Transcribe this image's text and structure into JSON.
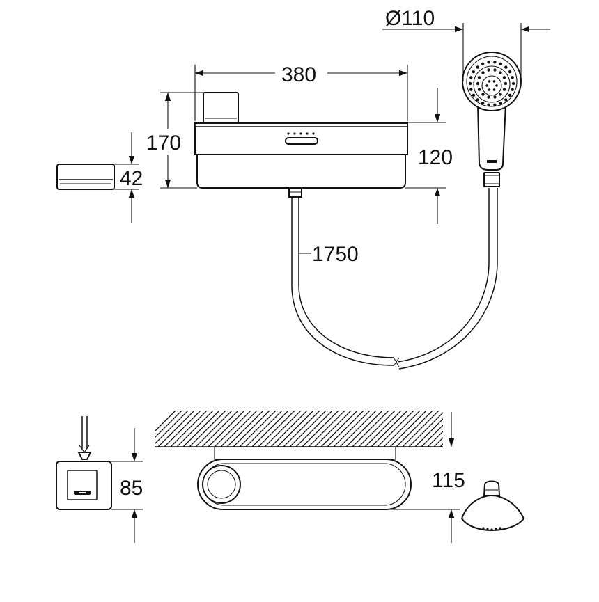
{
  "dimensions": {
    "shower_head_diameter": "Ø110",
    "thermostat_width": "380",
    "total_height": "170",
    "body_height": "120",
    "shelf_height": "42",
    "hose_length": "1750",
    "depth": "85",
    "handshower_projection": "115"
  }
}
